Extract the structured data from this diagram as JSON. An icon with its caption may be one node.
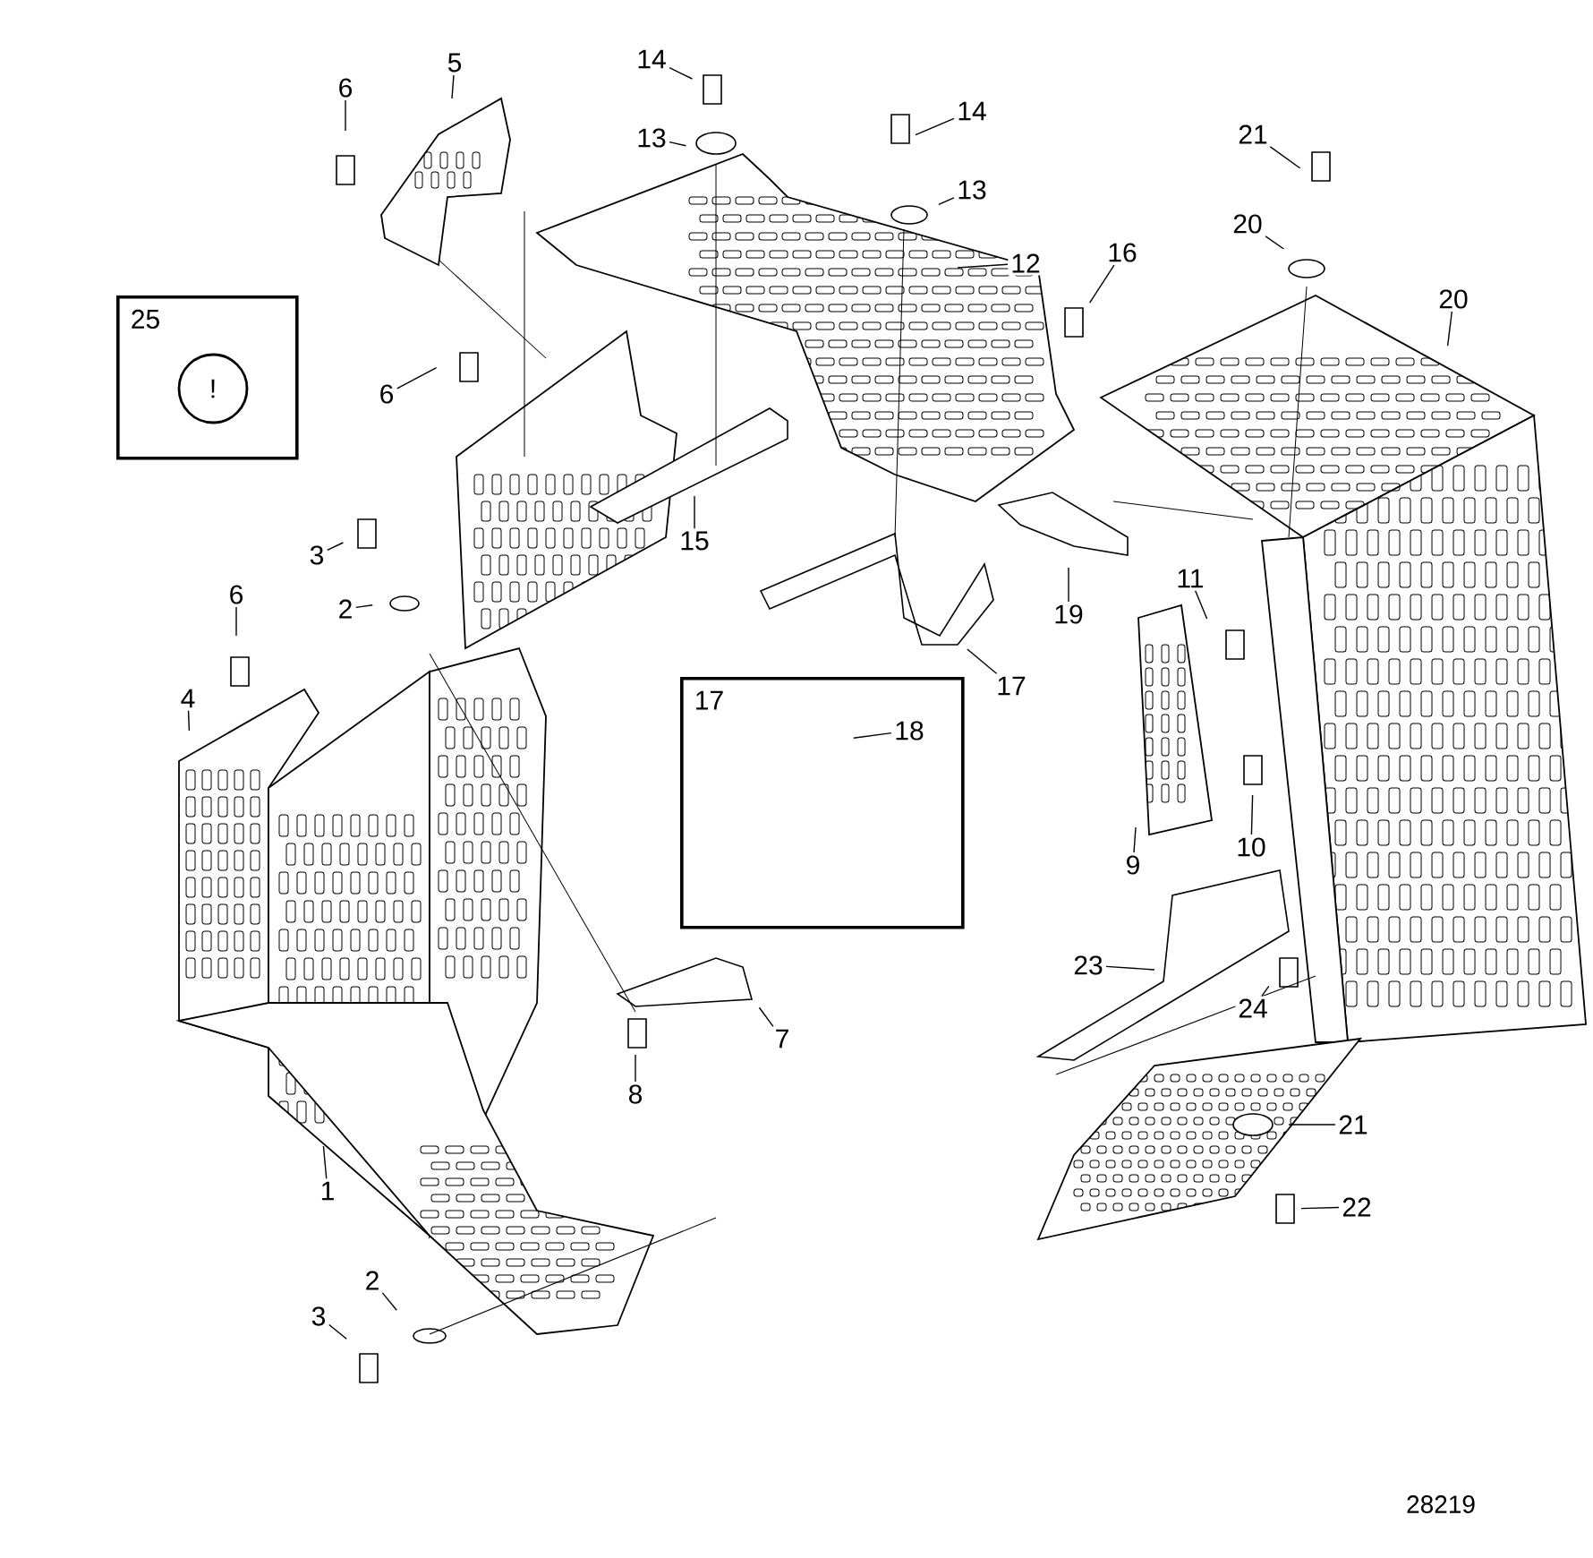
{
  "diagram": {
    "nodes": [
      {
        "text": [
          "6"
        ]
      },
      {
        "text": [
          "5"
        ]
      },
      {
        "text": [
          "14"
        ]
      },
      {
        "text": [
          "13"
        ]
      },
      {
        "text": [
          "14"
        ]
      },
      {
        "text": [
          "21"
        ]
      },
      {
        "text": [
          "13"
        ]
      },
      {
        "text": [
          "20"
        ]
      },
      {
        "text": [
          "16"
        ]
      },
      {
        "text": [
          "12"
        ]
      },
      {
        "text": [
          "25"
        ]
      },
      {
        "text": [
          "!"
        ],
        "in": 10
      },
      {
        "text": [
          "20"
        ]
      },
      {
        "text": [
          "6"
        ]
      },
      {
        "text": [
          "15"
        ]
      },
      {
        "text": [
          "3"
        ]
      },
      {
        "text": [
          "11"
        ]
      },
      {
        "text": [
          "2"
        ]
      },
      {
        "text": [
          "6"
        ]
      },
      {
        "text": [
          "19"
        ]
      },
      {
        "text": [
          "17"
        ]
      },
      {
        "text": [
          "4"
        ]
      },
      {
        "text": [
          "17"
        ]
      },
      {
        "text": [
          "18"
        ],
        "in": 22
      },
      {
        "text": [
          "10"
        ]
      },
      {
        "text": [
          "9"
        ]
      },
      {
        "text": [
          "23"
        ]
      },
      {
        "text": [
          "24"
        ]
      },
      {
        "text": [
          "7"
        ]
      },
      {
        "text": [
          "8"
        ]
      },
      {
        "text": [
          "21"
        ]
      },
      {
        "text": [
          "1"
        ]
      },
      {
        "text": [
          "22"
        ]
      },
      {
        "text": [
          "2"
        ]
      },
      {
        "text": [
          "3"
        ]
      }
    ],
    "edges": [
      {
        "from": 0,
        "to": null,
        "arrow": "none"
      },
      {
        "from": 1,
        "to": null,
        "arrow": "none"
      },
      {
        "from": 2,
        "to": null,
        "arrow": "none"
      },
      {
        "from": 3,
        "to": null,
        "arrow": "none"
      },
      {
        "from": 4,
        "to": null,
        "arrow": "none"
      },
      {
        "from": 5,
        "to": null,
        "arrow": "none"
      },
      {
        "from": 6,
        "to": null,
        "arrow": "none"
      },
      {
        "from": 7,
        "to": null,
        "arrow": "none"
      },
      {
        "from": 8,
        "to": null,
        "arrow": "none"
      },
      {
        "from": 9,
        "to": null,
        "arrow": "none"
      },
      {
        "from": 12,
        "to": null,
        "arrow": "none"
      },
      {
        "from": 13,
        "to": null,
        "arrow": "none"
      },
      {
        "from": 14,
        "to": null,
        "arrow": "none"
      },
      {
        "from": 15,
        "to": null,
        "arrow": "none"
      },
      {
        "from": 16,
        "to": null,
        "arrow": "none"
      },
      {
        "from": 17,
        "to": null,
        "arrow": "none"
      },
      {
        "from": 18,
        "to": null,
        "arrow": "none"
      },
      {
        "from": 19,
        "to": null,
        "arrow": "none"
      },
      {
        "from": 20,
        "to": null,
        "arrow": "none"
      },
      {
        "from": 21,
        "to": null,
        "arrow": "none"
      },
      {
        "from": 23,
        "to": null,
        "arrow": "none"
      },
      {
        "from": 24,
        "to": null,
        "arrow": "none"
      },
      {
        "from": 25,
        "to": null,
        "arrow": "none"
      },
      {
        "from": 26,
        "to": null,
        "arrow": "none"
      },
      {
        "from": 27,
        "to": null,
        "arrow": "none"
      },
      {
        "from": 28,
        "to": null,
        "arrow": "none"
      },
      {
        "from": 29,
        "to": null,
        "arrow": "none"
      },
      {
        "from": 30,
        "to": null,
        "arrow": "none"
      },
      {
        "from": 31,
        "to": null,
        "arrow": "none"
      },
      {
        "from": 32,
        "to": null,
        "arrow": "none"
      },
      {
        "from": 33,
        "to": null,
        "arrow": "none"
      },
      {
        "from": 34,
        "to": null,
        "arrow": "none"
      }
    ],
    "labels": [
      "28219"
    ]
  }
}
